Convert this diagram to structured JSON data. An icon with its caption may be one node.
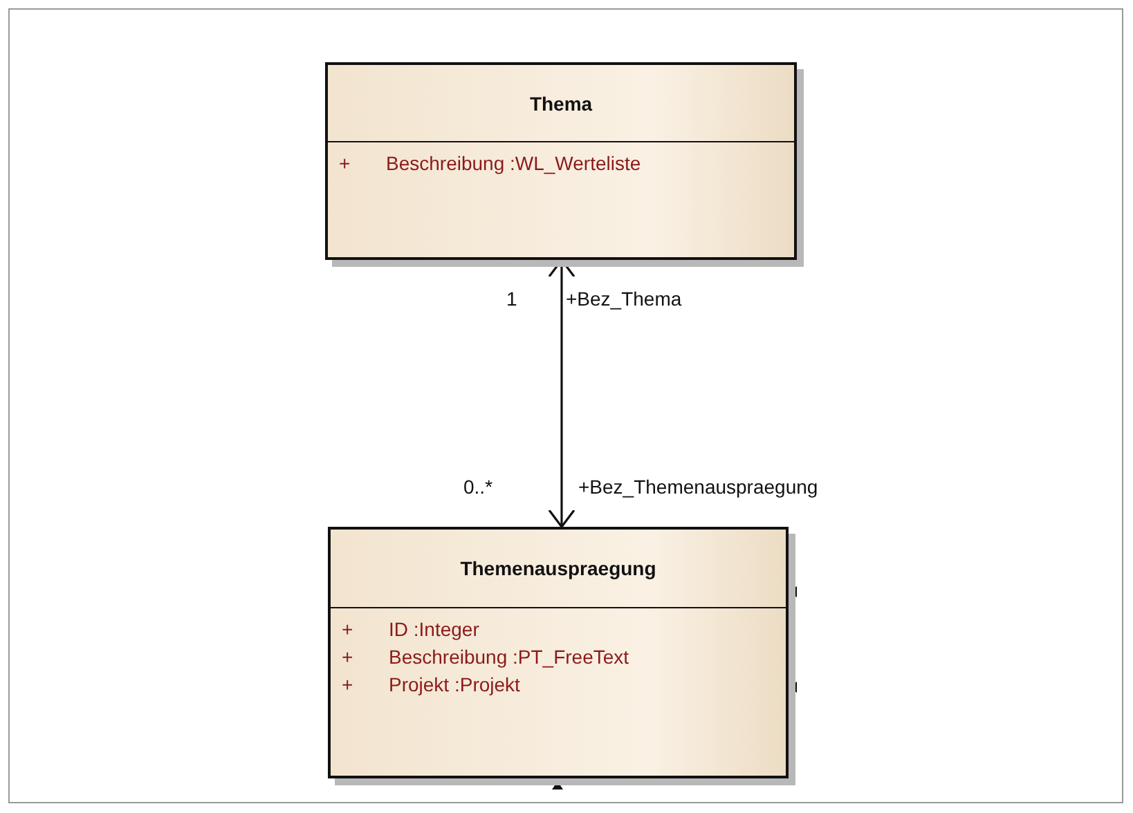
{
  "diagram": {
    "nodes": [
      {
        "text": [
          "Thema",
          "+ Beschreibung :WL_Werteliste"
        ]
      },
      {
        "text": [
          "Themenauspraegung",
          "+ ID :Integer",
          "+ Beschreibung :PT_FreeText",
          "+ Projekt :Projekt"
        ]
      }
    ],
    "edges": [
      {
        "from": 0,
        "to": 1,
        "arrow": "both"
      }
    ],
    "labels": [
      "1",
      "+Bez_Thema",
      "0..*",
      "+Bez_Themenauspraegung"
    ]
  }
}
